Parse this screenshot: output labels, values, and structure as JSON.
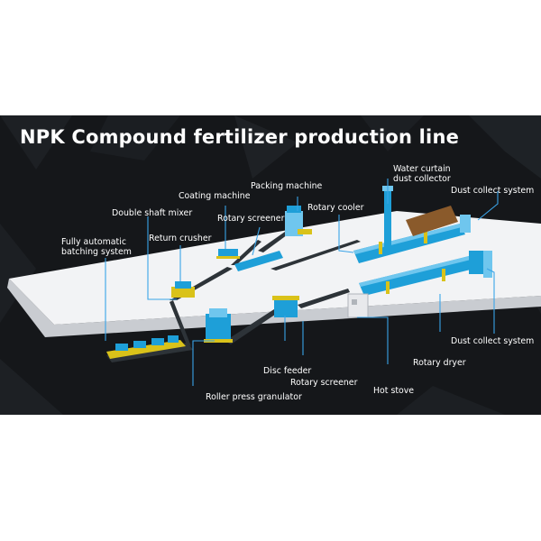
{
  "title": "NPK Compound fertilizer production line",
  "labels": {
    "water_curtain_dust_collector": [
      "Water curtain",
      "dust collector"
    ],
    "packing_machine": "Packing machine",
    "dust_collect_system_top": "Dust collect system",
    "coating_machine": "Coating machine",
    "rotary_cooler": "Rotary cooler",
    "double_shaft_mixer": "Double shaft mixer",
    "rotary_screener_top": "Rotary screener",
    "return_crusher": "Return crusher",
    "fully_automatic_batching_system": [
      "Fully automatic",
      "batching system"
    ],
    "dust_collect_system_bottom": "Dust collect system",
    "rotary_dryer": "Rotary dryer",
    "disc_feeder": "Disc feeder",
    "rotary_screener_bottom": "Rotary screener",
    "hot_stove": "Hot stove",
    "roller_press_granulator": "Roller press granulator"
  },
  "colors": {
    "background": "#15171a",
    "leader_line": "#3aa4e8",
    "platform": "#f2f3f5",
    "equipment_blue": "#1e9fd8",
    "frame_yellow": "#d9c21a",
    "conveyor": "#2d3338",
    "dryer_brown": "#8a5a2b"
  }
}
